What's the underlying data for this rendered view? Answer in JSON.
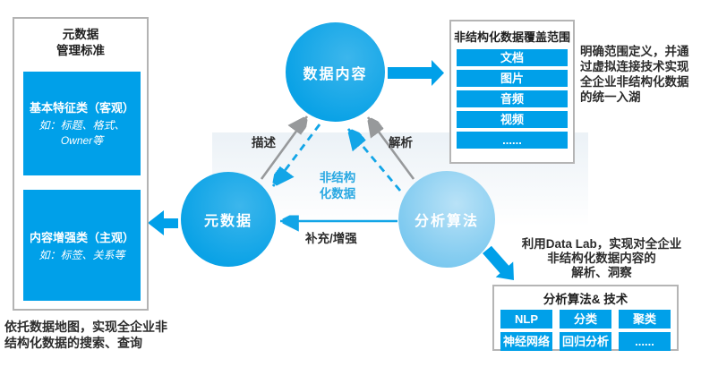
{
  "colors": {
    "primary_blue": "#00a0e9",
    "light_blue_circle": "#7ac8ef",
    "gray_arrow": "#97999b",
    "panel_border": "#b5b5b5",
    "text_dark": "#2c2c2c",
    "blue_label": "#29a8e2"
  },
  "left_panel": {
    "title": "元数据\n管理标准",
    "boxes": [
      {
        "heading": "基本特征类（客观）",
        "example": "如：标题、格式、\nOwner等"
      },
      {
        "heading": "内容增强类（主观）",
        "example": "如：标签、关系等"
      }
    ],
    "caption": "依托数据地图，实现全企业非\n结构化数据的搜索、查询"
  },
  "nodes": {
    "data_content": "数据内容",
    "metadata": "元数据",
    "analysis_algorithm": "分析算法"
  },
  "coverage_panel": {
    "title": "非结构化数据覆盖范围",
    "items": [
      "文档",
      "图片",
      "音频",
      "视频",
      "......"
    ]
  },
  "notes": {
    "lake_note": "明确范围定义，并通\n过虚拟连接技术实现\n全企业非结构化数据\n的统一入湖",
    "datalab_note": "利用Data Lab，实现对全企业\n非结构化数据内容的\n解析、洞察"
  },
  "algo_panel": {
    "title": "分析算法& 技术",
    "items": [
      "NLP",
      "分类",
      "聚类",
      "神经网络",
      "回归分析",
      "......"
    ]
  },
  "edge_labels": {
    "describe": "描述",
    "parse": "解析",
    "unstructured_data": "非结构\n化数据",
    "supplement_enhance": "补充/增强"
  }
}
